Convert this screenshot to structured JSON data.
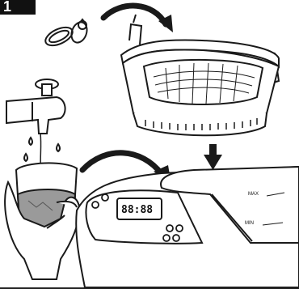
{
  "step": {
    "number": "1"
  },
  "cleaner": {
    "display": "88:88",
    "level_max": "MAX",
    "level_min": "MIN"
  },
  "icons": [
    "rings-icon",
    "basket-icon",
    "faucet-icon",
    "water-glass-icon",
    "hand-icon",
    "ultrasonic-cleaner-icon",
    "curved-arrow-icon",
    "down-arrow-icon"
  ],
  "colors": {
    "line": "#1a1a1a",
    "water": "#9a9a9a",
    "badge": "#111111",
    "background": "#ffffff"
  }
}
